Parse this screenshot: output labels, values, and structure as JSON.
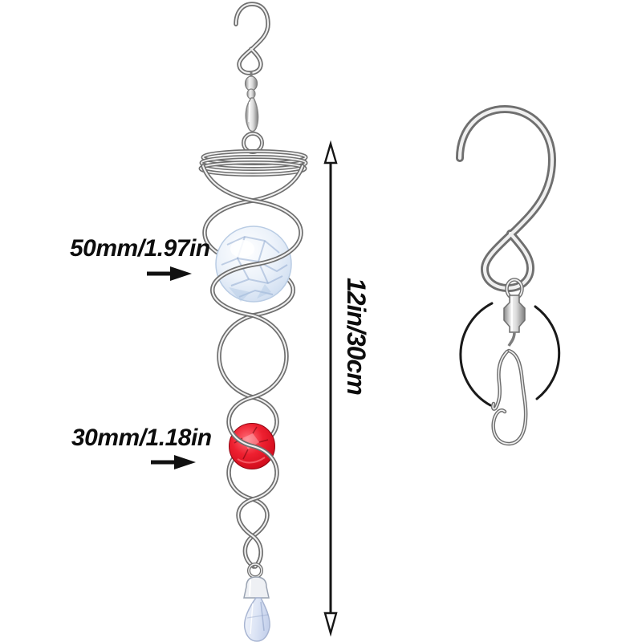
{
  "image": {
    "kind": "product-dimension-diagram",
    "background": "#ffffff"
  },
  "annotations": {
    "large_ball_size": "50mm/1.97in",
    "small_ball_size": "30mm/1.18in",
    "total_length": "12in/30cm"
  },
  "icons": {
    "large_ball_pointer": "right-arrow",
    "small_ball_pointer": "right-arrow",
    "length_dimension": "vertical-double-headed-arrow",
    "rotation_indicator": "circular-arc-pair"
  },
  "colors": {
    "annotation_text": "#0d0d0d",
    "arrow_black": "#161616",
    "wire_metal_dark": "#6f6f6f",
    "wire_metal_light": "#f0f0f0",
    "crystal_ball_large": "#cfdff2",
    "crystal_ball_small": "#d6101f",
    "crystal_teardrop": "#d8e1f4"
  },
  "objects": {
    "spinner_parts": "s-hook, swivel, spiral coil, double-helix cage, large crystal ball, small crystal ball, teardrop crystal",
    "accessory_parts": "s-hook, swivel barrel, spring clip"
  }
}
